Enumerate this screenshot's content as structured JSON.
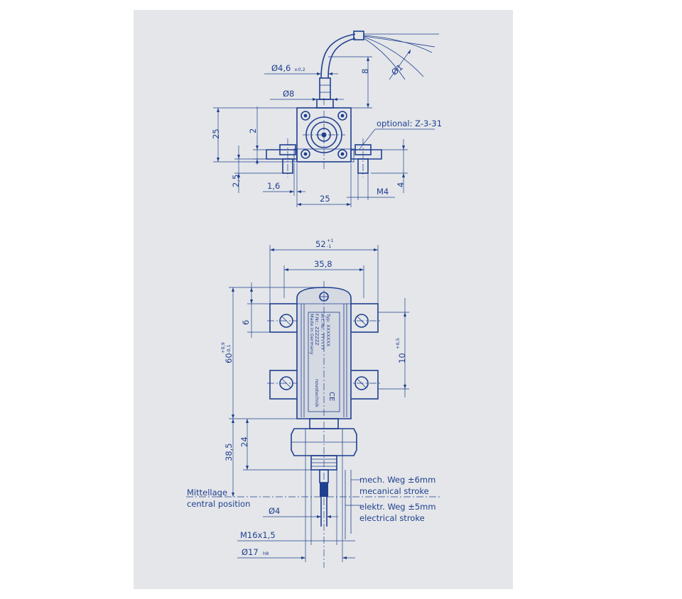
{
  "top_view": {
    "diameter_cable": "Ø4,6",
    "diameter_cable_tol": "±0,2",
    "diameter_gland": "Ø8",
    "dim_8": "8",
    "diameter_wire": "Ø1",
    "height_25": "25",
    "dim_2": "2",
    "optional_label": "optional: Z-3-31",
    "dim_2_5": "2,5",
    "dim_1_6": "1,6",
    "width_25": "25",
    "thread_m4": "M4",
    "dim_4": "4"
  },
  "side_view": {
    "length_52": "52",
    "length_52_tol_upper": "+1",
    "length_52_tol_lower": "-1",
    "width_35_8": "35,8",
    "dim_6": "6",
    "length_60": "60",
    "length_60_tol_upper": "+0,9",
    "length_60_tol_lower": "-0,1",
    "dim_10": "10",
    "dim_10_tol": "+0,5",
    "dim_24": "24",
    "dim_38_5": "38,5",
    "mittellage": "Mittellage",
    "central_position": "central position",
    "mech_weg": "mech. Weg ±6mm",
    "mech_stroke": "mecanical stroke",
    "elektr_weg": "elektr. Weg ±5mm",
    "elektr_stroke": "electrical stroke",
    "diameter_rod": "Ø4",
    "thread_m16": "M16x1,5",
    "diameter_17": "Ø17",
    "diameter_17_tol": "h8"
  },
  "label_plate": {
    "line1": "Typ: XXXXXXX",
    "line2": "Art.-Nr.: YYYYYY",
    "line3": "F.Nr.: ZZZZZZ",
    "line4": "Made in Germany",
    "brand": "novotechnik",
    "ce_mark": "CE"
  },
  "colors": {
    "line": "#1f3f8f",
    "sheet": "#e4e6e9"
  }
}
